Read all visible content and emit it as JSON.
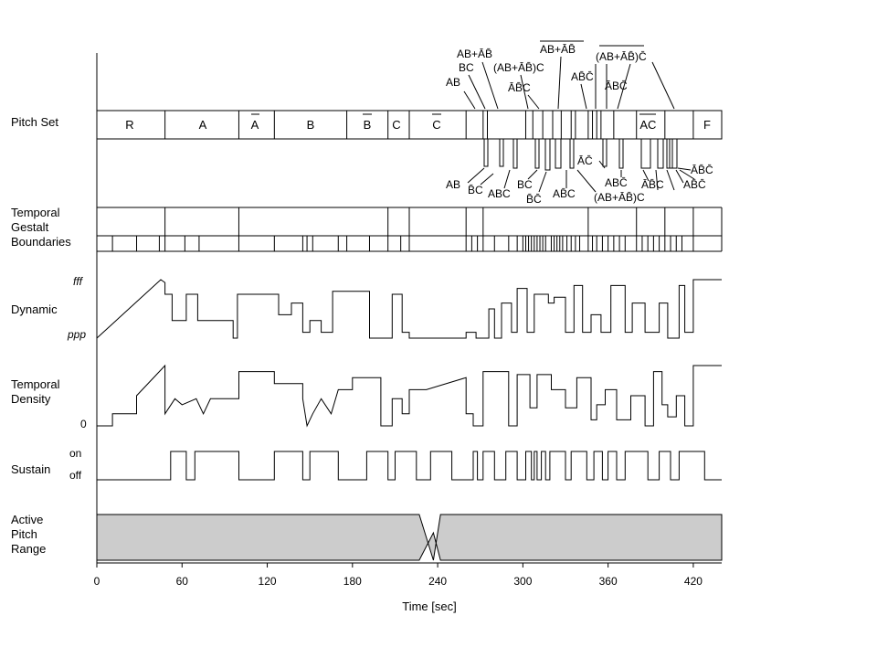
{
  "row_labels": {
    "pitch_set": "Pitch Set",
    "temporal_gestalt": [
      "Temporal",
      "Gestalt",
      "Boundaries"
    ],
    "dynamic": "Dynamic",
    "temporal_density": [
      "Temporal",
      "Density"
    ],
    "sustain": "Sustain",
    "active_pitch_range": [
      "Active",
      "Pitch",
      "Range"
    ]
  },
  "level_labels": {
    "dynamic_high": "fff",
    "dynamic_low": "ppp",
    "density_zero": "0",
    "sustain_on": "on",
    "sustain_off": "off"
  },
  "x_axis": {
    "label": "Time [sec]",
    "ticks": [
      "0",
      "60",
      "120",
      "180",
      "240",
      "300",
      "360",
      "420"
    ],
    "range": [
      0,
      440
    ]
  },
  "pitch_segments": [
    {
      "label": "R",
      "bar": false
    },
    {
      "label": "A",
      "bar": false
    },
    {
      "label": "A",
      "bar": true
    },
    {
      "label": "B",
      "bar": false
    },
    {
      "label": "B",
      "bar": true
    },
    {
      "label": "C",
      "bar": false
    },
    {
      "label": "C",
      "bar": true
    },
    {
      "label": "A",
      "bar": true,
      "suffix": "C",
      "suffix_bar": true
    },
    {
      "label": "F",
      "bar": false
    }
  ],
  "upper_annotations": [
    "AB",
    "BC",
    "AB+ĀB̄",
    "(AB+ĀB̄)C",
    "ĀB̄C",
    "AB+ĀB̄",
    "AB̄C̄",
    "(AB+ĀB̄)C̄",
    "ĀBC̄"
  ],
  "lower_annotations": [
    "AB",
    "B̄C",
    "ABC",
    "BC",
    "B̄C̄",
    "AB̄C",
    "(AB+ĀB̄)C",
    "ĀC̄",
    "ABC̄",
    "ĀB̄C",
    "ĀB̄C̄",
    "AB̄C̄"
  ],
  "chart_data": {
    "type": "step-timeline",
    "x_unit": "sec",
    "xlim": [
      0,
      440
    ],
    "pitch_set_main_boundaries": [
      0,
      48,
      100,
      125,
      176,
      205,
      220,
      260,
      272,
      275,
      302,
      307,
      314,
      321,
      327,
      334,
      337,
      346,
      349,
      352,
      355,
      364,
      380,
      400,
      420,
      440
    ],
    "temporal_gestalt_major_boundaries": [
      0,
      48,
      100,
      205,
      220,
      260,
      272,
      346,
      380,
      400,
      420,
      440
    ],
    "temporal_gestalt_minor_boundaries": [
      11,
      28,
      44,
      48,
      62,
      72,
      100,
      125,
      145,
      148,
      152,
      170,
      176,
      192,
      205,
      214,
      220,
      260,
      264,
      268,
      272,
      280,
      290,
      296,
      300,
      302,
      304,
      306,
      308,
      310,
      312,
      314,
      316,
      320,
      322,
      324,
      326,
      328,
      331,
      334,
      337,
      340,
      346,
      349,
      352,
      356,
      360,
      364,
      368,
      372,
      380,
      384,
      388,
      392,
      396,
      400,
      404,
      408,
      412,
      420,
      440
    ],
    "dynamic_levels": [
      "ppp",
      "fff"
    ],
    "dynamic": [
      [
        0,
        0.0
      ],
      [
        45,
        1.0
      ],
      [
        48,
        0.95
      ],
      [
        48,
        0.75
      ],
      [
        53,
        0.75
      ],
      [
        53,
        0.3
      ],
      [
        63,
        0.3
      ],
      [
        63,
        0.75
      ],
      [
        71,
        0.75
      ],
      [
        71,
        0.3
      ],
      [
        96,
        0.3
      ],
      [
        96,
        0.0
      ],
      [
        99,
        0.0
      ],
      [
        99,
        0.75
      ],
      [
        128,
        0.75
      ],
      [
        128,
        0.4
      ],
      [
        137,
        0.4
      ],
      [
        137,
        0.6
      ],
      [
        145,
        0.6
      ],
      [
        145,
        0.1
      ],
      [
        150,
        0.1
      ],
      [
        150,
        0.3
      ],
      [
        158,
        0.3
      ],
      [
        158,
        0.1
      ],
      [
        166,
        0.1
      ],
      [
        166,
        0.8
      ],
      [
        192,
        0.8
      ],
      [
        192,
        0.0
      ],
      [
        208,
        0.0
      ],
      [
        208,
        0.75
      ],
      [
        215,
        0.75
      ],
      [
        215,
        0.1
      ],
      [
        220,
        0.1
      ],
      [
        220,
        0.0
      ],
      [
        260,
        0.0
      ],
      [
        260,
        0.1
      ],
      [
        267,
        0.1
      ],
      [
        267,
        0.0
      ],
      [
        276,
        0.0
      ],
      [
        276,
        0.5
      ],
      [
        280,
        0.5
      ],
      [
        280,
        0.0
      ],
      [
        285,
        0.0
      ],
      [
        285,
        0.6
      ],
      [
        292,
        0.6
      ],
      [
        292,
        0.1
      ],
      [
        296,
        0.1
      ],
      [
        296,
        0.85
      ],
      [
        303,
        0.85
      ],
      [
        303,
        0.1
      ],
      [
        308,
        0.1
      ],
      [
        308,
        0.75
      ],
      [
        318,
        0.75
      ],
      [
        318,
        0.6
      ],
      [
        322,
        0.6
      ],
      [
        322,
        0.7
      ],
      [
        330,
        0.7
      ],
      [
        330,
        0.1
      ],
      [
        336,
        0.1
      ],
      [
        336,
        0.9
      ],
      [
        342,
        0.9
      ],
      [
        342,
        0.1
      ],
      [
        348,
        0.1
      ],
      [
        348,
        0.4
      ],
      [
        355,
        0.4
      ],
      [
        355,
        0.1
      ],
      [
        362,
        0.1
      ],
      [
        362,
        0.9
      ],
      [
        372,
        0.9
      ],
      [
        372,
        0.1
      ],
      [
        377,
        0.1
      ],
      [
        377,
        0.6
      ],
      [
        386,
        0.6
      ],
      [
        386,
        0.1
      ],
      [
        396,
        0.1
      ],
      [
        396,
        0.6
      ],
      [
        402,
        0.6
      ],
      [
        402,
        0.0
      ],
      [
        410,
        0.0
      ],
      [
        410,
        0.9
      ],
      [
        414,
        0.9
      ],
      [
        414,
        0.1
      ],
      [
        420,
        0.1
      ],
      [
        420,
        1.0
      ],
      [
        440,
        1.0
      ]
    ],
    "temporal_density": [
      [
        0,
        0.0
      ],
      [
        11,
        0.0
      ],
      [
        11,
        0.2
      ],
      [
        28,
        0.2
      ],
      [
        28,
        0.5
      ],
      [
        44,
        0.9
      ],
      [
        48,
        1.0
      ],
      [
        48,
        0.2
      ],
      [
        55,
        0.45
      ],
      [
        60,
        0.35
      ],
      [
        70,
        0.45
      ],
      [
        75,
        0.2
      ],
      [
        80,
        0.45
      ],
      [
        100,
        0.45
      ],
      [
        100,
        0.9
      ],
      [
        125,
        0.9
      ],
      [
        125,
        0.7
      ],
      [
        145,
        0.7
      ],
      [
        145,
        0.45
      ],
      [
        148,
        0.0
      ],
      [
        152,
        0.2
      ],
      [
        158,
        0.45
      ],
      [
        165,
        0.2
      ],
      [
        170,
        0.6
      ],
      [
        180,
        0.6
      ],
      [
        180,
        0.8
      ],
      [
        200,
        0.8
      ],
      [
        200,
        0.0
      ],
      [
        208,
        0.0
      ],
      [
        208,
        0.45
      ],
      [
        215,
        0.45
      ],
      [
        215,
        0.2
      ],
      [
        220,
        0.2
      ],
      [
        220,
        0.6
      ],
      [
        232,
        0.6
      ],
      [
        260,
        0.8
      ],
      [
        260,
        0.2
      ],
      [
        265,
        0.2
      ],
      [
        265,
        0.0
      ],
      [
        272,
        0.0
      ],
      [
        272,
        0.9
      ],
      [
        290,
        0.9
      ],
      [
        290,
        0.0
      ],
      [
        296,
        0.0
      ],
      [
        296,
        0.85
      ],
      [
        305,
        0.85
      ],
      [
        305,
        0.3
      ],
      [
        310,
        0.3
      ],
      [
        310,
        0.85
      ],
      [
        320,
        0.85
      ],
      [
        320,
        0.6
      ],
      [
        330,
        0.6
      ],
      [
        330,
        0.3
      ],
      [
        338,
        0.3
      ],
      [
        338,
        0.8
      ],
      [
        348,
        0.8
      ],
      [
        348,
        0.1
      ],
      [
        352,
        0.1
      ],
      [
        352,
        0.35
      ],
      [
        358,
        0.35
      ],
      [
        358,
        0.6
      ],
      [
        366,
        0.6
      ],
      [
        366,
        0.1
      ],
      [
        376,
        0.1
      ],
      [
        376,
        0.5
      ],
      [
        386,
        0.5
      ],
      [
        386,
        0.0
      ],
      [
        392,
        0.0
      ],
      [
        392,
        0.9
      ],
      [
        398,
        0.9
      ],
      [
        398,
        0.35
      ],
      [
        402,
        0.35
      ],
      [
        402,
        0.15
      ],
      [
        408,
        0.15
      ],
      [
        408,
        0.5
      ],
      [
        414,
        0.5
      ],
      [
        414,
        0.0
      ],
      [
        420,
        0.0
      ],
      [
        420,
        1.0
      ],
      [
        440,
        1.0
      ]
    ],
    "sustain": [
      [
        0,
        0
      ],
      [
        52,
        0
      ],
      [
        52,
        1
      ],
      [
        63,
        1
      ],
      [
        63,
        0
      ],
      [
        69,
        0
      ],
      [
        69,
        1
      ],
      [
        100,
        1
      ],
      [
        100,
        0
      ],
      [
        125,
        0
      ],
      [
        125,
        1
      ],
      [
        145,
        1
      ],
      [
        145,
        0
      ],
      [
        150,
        0
      ],
      [
        150,
        1
      ],
      [
        170,
        1
      ],
      [
        170,
        0
      ],
      [
        190,
        0
      ],
      [
        190,
        1
      ],
      [
        205,
        1
      ],
      [
        205,
        0
      ],
      [
        210,
        0
      ],
      [
        210,
        1
      ],
      [
        225,
        1
      ],
      [
        225,
        0
      ],
      [
        235,
        0
      ],
      [
        235,
        1
      ],
      [
        250,
        1
      ],
      [
        250,
        0
      ],
      [
        265,
        0
      ],
      [
        265,
        1
      ],
      [
        268,
        1
      ],
      [
        268,
        0
      ],
      [
        272,
        0
      ],
      [
        272,
        1
      ],
      [
        280,
        1
      ],
      [
        280,
        0
      ],
      [
        288,
        0
      ],
      [
        288,
        1
      ],
      [
        296,
        1
      ],
      [
        296,
        0
      ],
      [
        302,
        0
      ],
      [
        302,
        1
      ],
      [
        306,
        1
      ],
      [
        306,
        0
      ],
      [
        308,
        0
      ],
      [
        308,
        1
      ],
      [
        310,
        1
      ],
      [
        310,
        0
      ],
      [
        313,
        0
      ],
      [
        313,
        1
      ],
      [
        316,
        1
      ],
      [
        316,
        0
      ],
      [
        319,
        0
      ],
      [
        319,
        1
      ],
      [
        330,
        1
      ],
      [
        330,
        0
      ],
      [
        334,
        0
      ],
      [
        334,
        1
      ],
      [
        345,
        1
      ],
      [
        345,
        0
      ],
      [
        350,
        0
      ],
      [
        350,
        1
      ],
      [
        356,
        1
      ],
      [
        356,
        0
      ],
      [
        360,
        0
      ],
      [
        360,
        1
      ],
      [
        366,
        1
      ],
      [
        366,
        0
      ],
      [
        372,
        0
      ],
      [
        372,
        1
      ],
      [
        388,
        1
      ],
      [
        388,
        0
      ],
      [
        396,
        0
      ],
      [
        396,
        1
      ],
      [
        404,
        1
      ],
      [
        404,
        0
      ],
      [
        410,
        0
      ],
      [
        410,
        1
      ],
      [
        428,
        1
      ],
      [
        428,
        0
      ],
      [
        440,
        0
      ]
    ],
    "active_pitch_range": {
      "upper": [
        [
          0,
          1.0
        ],
        [
          227,
          1.0
        ],
        [
          237,
          0.0
        ],
        [
          242,
          1.0
        ],
        [
          440,
          1.0
        ]
      ],
      "lower": [
        [
          0,
          0.0
        ],
        [
          227,
          0.0
        ],
        [
          237,
          0.6
        ],
        [
          242,
          0.0
        ],
        [
          440,
          0.0
        ]
      ]
    }
  }
}
